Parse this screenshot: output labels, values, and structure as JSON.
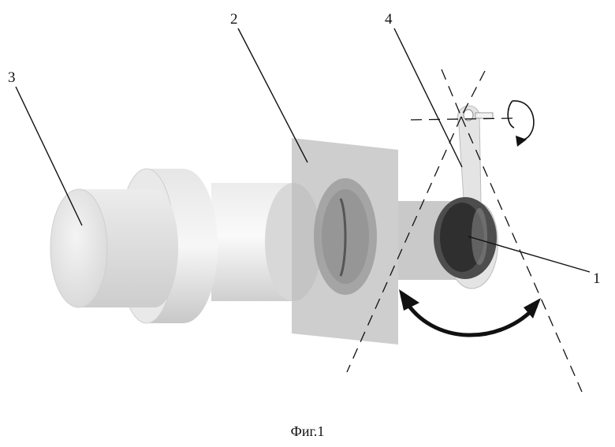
{
  "figure": {
    "caption": "Фиг.1",
    "labels": {
      "part1": "1",
      "part2": "2",
      "part3": "3",
      "part4": "4"
    },
    "colors": {
      "line": "#111111",
      "screen": "#bdbdbd",
      "cylinder_light": "#f2f2f2",
      "cylinder_mid": "#d9d9d9",
      "cylinder_dark": "#a9a9a9",
      "arrow": "#111111"
    }
  }
}
